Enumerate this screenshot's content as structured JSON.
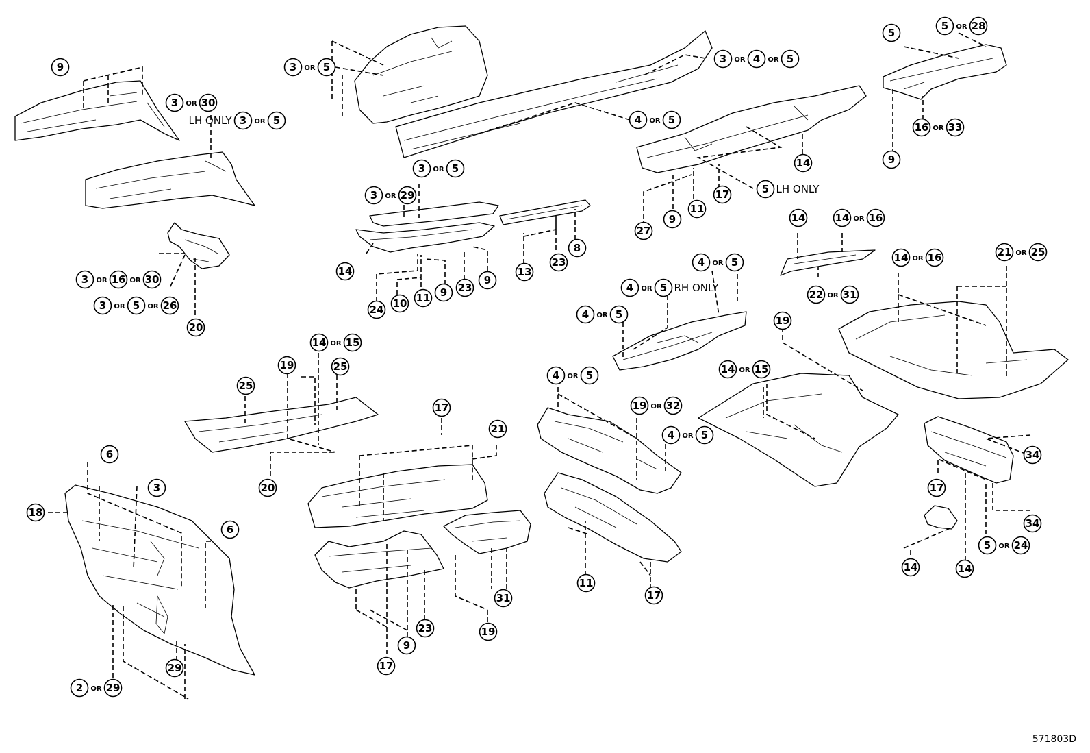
{
  "figure_code": "571803D",
  "callouts": [
    {
      "id": "c1",
      "items": [
        "9"
      ]
    },
    {
      "id": "c2",
      "items": [
        "3",
        "30"
      ]
    },
    {
      "id": "c3",
      "items": [
        "3",
        "5"
      ]
    },
    {
      "id": "c4",
      "prefix": "LH ONLY",
      "items": [
        "3",
        "5"
      ]
    },
    {
      "id": "c5",
      "items": [
        "3",
        "4",
        "5"
      ]
    },
    {
      "id": "c6",
      "items": [
        "4",
        "5"
      ]
    },
    {
      "id": "c7",
      "items": [
        "5"
      ]
    },
    {
      "id": "c8",
      "items": [
        "5",
        "28"
      ]
    },
    {
      "id": "c9",
      "items": [
        "16",
        "33"
      ]
    },
    {
      "id": "c10",
      "items": [
        "9"
      ]
    },
    {
      "id": "c11",
      "items": [
        "14"
      ]
    },
    {
      "id": "c12",
      "items": [
        "5"
      ],
      "suffix": "LH ONLY"
    },
    {
      "id": "c13",
      "items": [
        "27"
      ]
    },
    {
      "id": "c14",
      "items": [
        "9"
      ]
    },
    {
      "id": "c15",
      "items": [
        "11"
      ]
    },
    {
      "id": "c16",
      "items": [
        "17"
      ]
    },
    {
      "id": "c17",
      "items": [
        "3",
        "5"
      ]
    },
    {
      "id": "c18",
      "items": [
        "3",
        "29"
      ]
    },
    {
      "id": "c19",
      "items": [
        "14"
      ]
    },
    {
      "id": "c20",
      "items": [
        "24"
      ]
    },
    {
      "id": "c21",
      "items": [
        "10"
      ]
    },
    {
      "id": "c22",
      "items": [
        "11"
      ]
    },
    {
      "id": "c23",
      "items": [
        "9"
      ]
    },
    {
      "id": "c24",
      "items": [
        "23"
      ]
    },
    {
      "id": "c25",
      "items": [
        "9"
      ]
    },
    {
      "id": "c26",
      "items": [
        "13"
      ]
    },
    {
      "id": "c27",
      "items": [
        "23"
      ]
    },
    {
      "id": "c28",
      "items": [
        "8"
      ]
    },
    {
      "id": "c29",
      "items": [
        "3",
        "16",
        "30"
      ]
    },
    {
      "id": "c30",
      "items": [
        "3",
        "5",
        "26"
      ]
    },
    {
      "id": "c31",
      "items": [
        "20"
      ]
    },
    {
      "id": "c32",
      "items": [
        "14"
      ]
    },
    {
      "id": "c33",
      "items": [
        "14",
        "16"
      ]
    },
    {
      "id": "c34",
      "items": [
        "22",
        "31"
      ]
    },
    {
      "id": "c35",
      "items": [
        "4",
        "5"
      ]
    },
    {
      "id": "c36",
      "items": [
        "4",
        "5"
      ],
      "suffix": "RH ONLY"
    },
    {
      "id": "c37",
      "items": [
        "4",
        "5"
      ]
    },
    {
      "id": "c38",
      "items": [
        "14",
        "16"
      ]
    },
    {
      "id": "c39",
      "items": [
        "21",
        "25"
      ]
    },
    {
      "id": "c40",
      "items": [
        "19"
      ]
    },
    {
      "id": "c41",
      "items": [
        "14",
        "15"
      ]
    },
    {
      "id": "c42",
      "items": [
        "14",
        "15"
      ]
    },
    {
      "id": "c43",
      "items": [
        "19"
      ]
    },
    {
      "id": "c44",
      "items": [
        "25"
      ]
    },
    {
      "id": "c45",
      "items": [
        "25"
      ]
    },
    {
      "id": "c46",
      "items": [
        "20"
      ]
    },
    {
      "id": "c47",
      "items": [
        "4",
        "5"
      ]
    },
    {
      "id": "c48",
      "items": [
        "19",
        "32"
      ]
    },
    {
      "id": "c49",
      "items": [
        "4",
        "5"
      ]
    },
    {
      "id": "c50",
      "items": [
        "17"
      ]
    },
    {
      "id": "c51",
      "items": [
        "21"
      ]
    },
    {
      "id": "c52",
      "items": [
        "6"
      ]
    },
    {
      "id": "c53",
      "items": [
        "3"
      ]
    },
    {
      "id": "c54",
      "items": [
        "6"
      ]
    },
    {
      "id": "c55",
      "items": [
        "18"
      ]
    },
    {
      "id": "c56",
      "items": [
        "29"
      ]
    },
    {
      "id": "c57",
      "items": [
        "2",
        "29"
      ]
    },
    {
      "id": "c58",
      "items": [
        "9"
      ]
    },
    {
      "id": "c59",
      "items": [
        "23"
      ]
    },
    {
      "id": "c60",
      "items": [
        "17"
      ]
    },
    {
      "id": "c61",
      "items": [
        "31"
      ]
    },
    {
      "id": "c62",
      "items": [
        "19"
      ]
    },
    {
      "id": "c63",
      "items": [
        "11"
      ]
    },
    {
      "id": "c64",
      "items": [
        "17"
      ]
    },
    {
      "id": "c65",
      "items": [
        "34"
      ]
    },
    {
      "id": "c66",
      "items": [
        "17"
      ]
    },
    {
      "id": "c67",
      "items": [
        "34"
      ]
    },
    {
      "id": "c68",
      "items": [
        "5",
        "24"
      ]
    },
    {
      "id": "c69",
      "items": [
        "14"
      ]
    },
    {
      "id": "c70",
      "items": [
        "14"
      ]
    }
  ]
}
